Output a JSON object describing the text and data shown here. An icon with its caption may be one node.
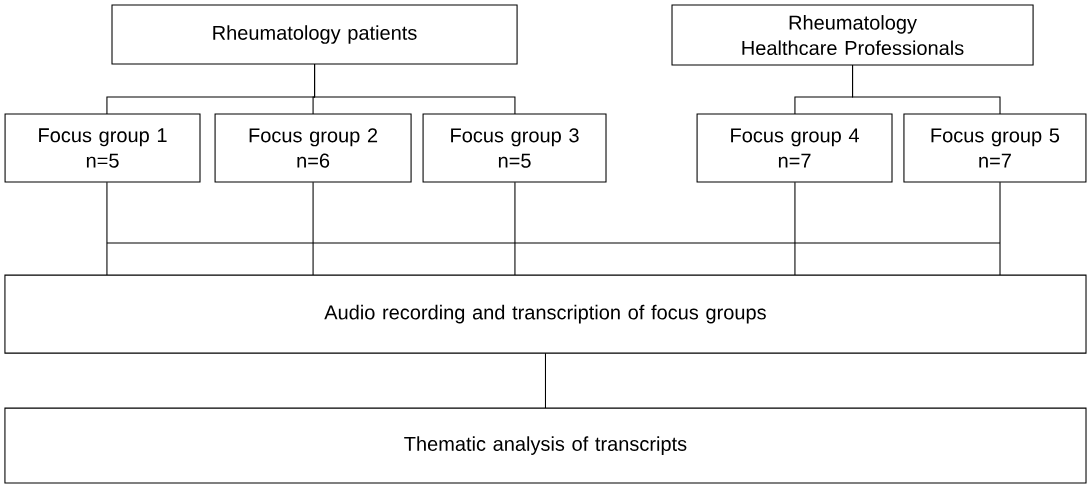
{
  "diagram": {
    "nodes": [
      {
        "text": [
          "Rheumatology patients"
        ]
      },
      {
        "text": [
          "Rheumatology Healthcare Professionals"
        ]
      },
      {
        "text": [
          "Focus group 1",
          "n=5"
        ]
      },
      {
        "text": [
          "Focus group 2",
          "n=6"
        ]
      },
      {
        "text": [
          "Focus group 3",
          "n=5"
        ]
      },
      {
        "text": [
          "Focus group 4",
          "n=7"
        ]
      },
      {
        "text": [
          "Focus group 5",
          "n=7"
        ]
      },
      {
        "text": [
          "Audio recording and transcription of focus groups"
        ]
      },
      {
        "text": [
          "Thematic analysis of transcripts"
        ]
      }
    ],
    "edges": [
      {
        "from": 0,
        "to": 2,
        "arrow": "none"
      },
      {
        "from": 0,
        "to": 3,
        "arrow": "none"
      },
      {
        "from": 0,
        "to": 4,
        "arrow": "none"
      },
      {
        "from": 1,
        "to": 5,
        "arrow": "none"
      },
      {
        "from": 1,
        "to": 6,
        "arrow": "none"
      },
      {
        "from": 2,
        "to": 7,
        "arrow": "none"
      },
      {
        "from": 3,
        "to": 7,
        "arrow": "none"
      },
      {
        "from": 4,
        "to": 7,
        "arrow": "none"
      },
      {
        "from": 5,
        "to": 7,
        "arrow": "none"
      },
      {
        "from": 6,
        "to": 7,
        "arrow": "none"
      },
      {
        "from": 7,
        "to": 8,
        "arrow": "none"
      }
    ]
  }
}
